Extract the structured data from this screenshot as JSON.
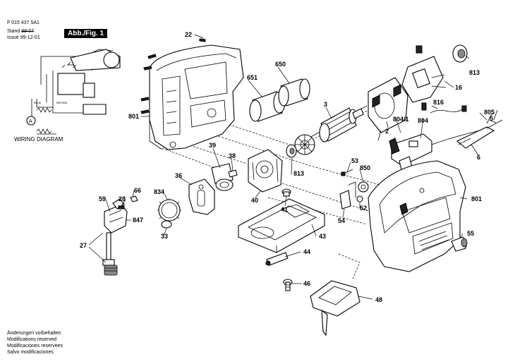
{
  "header": {
    "doc_number": "F 015 437 5A1",
    "stand_label": "Stand",
    "stand_value": "98-07",
    "issue_label": "Issue",
    "issue_value": "99-12-01",
    "figure_label": "Abb./Fig. 1"
  },
  "wiring": {
    "title": "WIRING DIAGRAM",
    "wire_blue": "BLUE",
    "wire_brown": "BROWN",
    "meter_symbol": "A"
  },
  "footer_notes": [
    "Änderungen vorbehalten",
    "Modifications reserved",
    "Modificaciones reservees",
    "Salvo modificaciones"
  ],
  "callouts": [
    {
      "name": "part-22",
      "text": "22"
    },
    {
      "name": "part-650",
      "text": "650"
    },
    {
      "name": "part-651",
      "text": "651"
    },
    {
      "name": "part-801-left",
      "text": "801"
    },
    {
      "name": "part-3",
      "text": "3"
    },
    {
      "name": "part-2",
      "text": "2"
    },
    {
      "name": "part-813-top",
      "text": "813"
    },
    {
      "name": "part-16",
      "text": "16"
    },
    {
      "name": "part-816",
      "text": "816"
    },
    {
      "name": "part-805",
      "text": "805"
    },
    {
      "name": "part-5",
      "text": "5"
    },
    {
      "name": "part-804-1",
      "text": "804/1"
    },
    {
      "name": "part-804",
      "text": "804"
    },
    {
      "name": "part-6",
      "text": "6"
    },
    {
      "name": "part-39",
      "text": "39"
    },
    {
      "name": "part-38",
      "text": "38"
    },
    {
      "name": "part-36",
      "text": "36"
    },
    {
      "name": "part-813-mid",
      "text": "813"
    },
    {
      "name": "part-40",
      "text": "40"
    },
    {
      "name": "part-41",
      "text": "41"
    },
    {
      "name": "part-53",
      "text": "53"
    },
    {
      "name": "part-850",
      "text": "850"
    },
    {
      "name": "part-52",
      "text": "52"
    },
    {
      "name": "part-54",
      "text": "54"
    },
    {
      "name": "part-801-right",
      "text": "801"
    },
    {
      "name": "part-66",
      "text": "66"
    },
    {
      "name": "part-59",
      "text": "59"
    },
    {
      "name": "part-28",
      "text": "28"
    },
    {
      "name": "part-834",
      "text": "834"
    },
    {
      "name": "part-847",
      "text": "847"
    },
    {
      "name": "part-27",
      "text": "27"
    },
    {
      "name": "part-33",
      "text": "33"
    },
    {
      "name": "part-43",
      "text": "43"
    },
    {
      "name": "part-44",
      "text": "44"
    },
    {
      "name": "part-55",
      "text": "55"
    },
    {
      "name": "part-46",
      "text": "46"
    },
    {
      "name": "part-48",
      "text": "48"
    }
  ]
}
